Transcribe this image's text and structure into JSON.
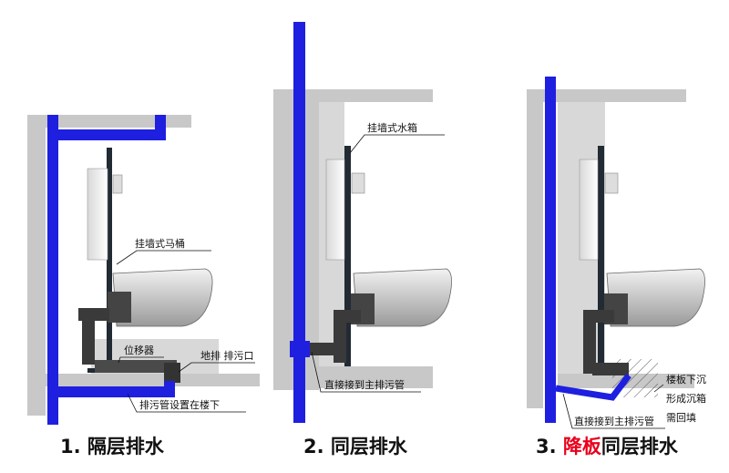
{
  "panels": [
    {
      "caption": "1. 隔层排水",
      "labels": {
        "toilet": "挂墙式马桶",
        "shifter": "位移器",
        "floor_drain": "地排 排污口",
        "pipe_below": "排污管设置在楼下"
      }
    },
    {
      "caption": "2. 同层排水",
      "labels": {
        "tank": "挂墙式水箱",
        "direct": "直接接到主排污管"
      }
    },
    {
      "caption_prefix": "3. ",
      "caption_highlight": "降板",
      "caption_suffix": "同层排水",
      "labels": {
        "direct": "直接接到主排污管",
        "sink1": "楼板下沉",
        "sink2": "形成沉箱",
        "sink3": "需回填"
      }
    }
  ],
  "colors": {
    "pipe": "#1f1fe0",
    "wall": "#c8c8c8",
    "frame": "#222a33",
    "drain": "#3a3a3a",
    "highlight": "#e8001c"
  }
}
